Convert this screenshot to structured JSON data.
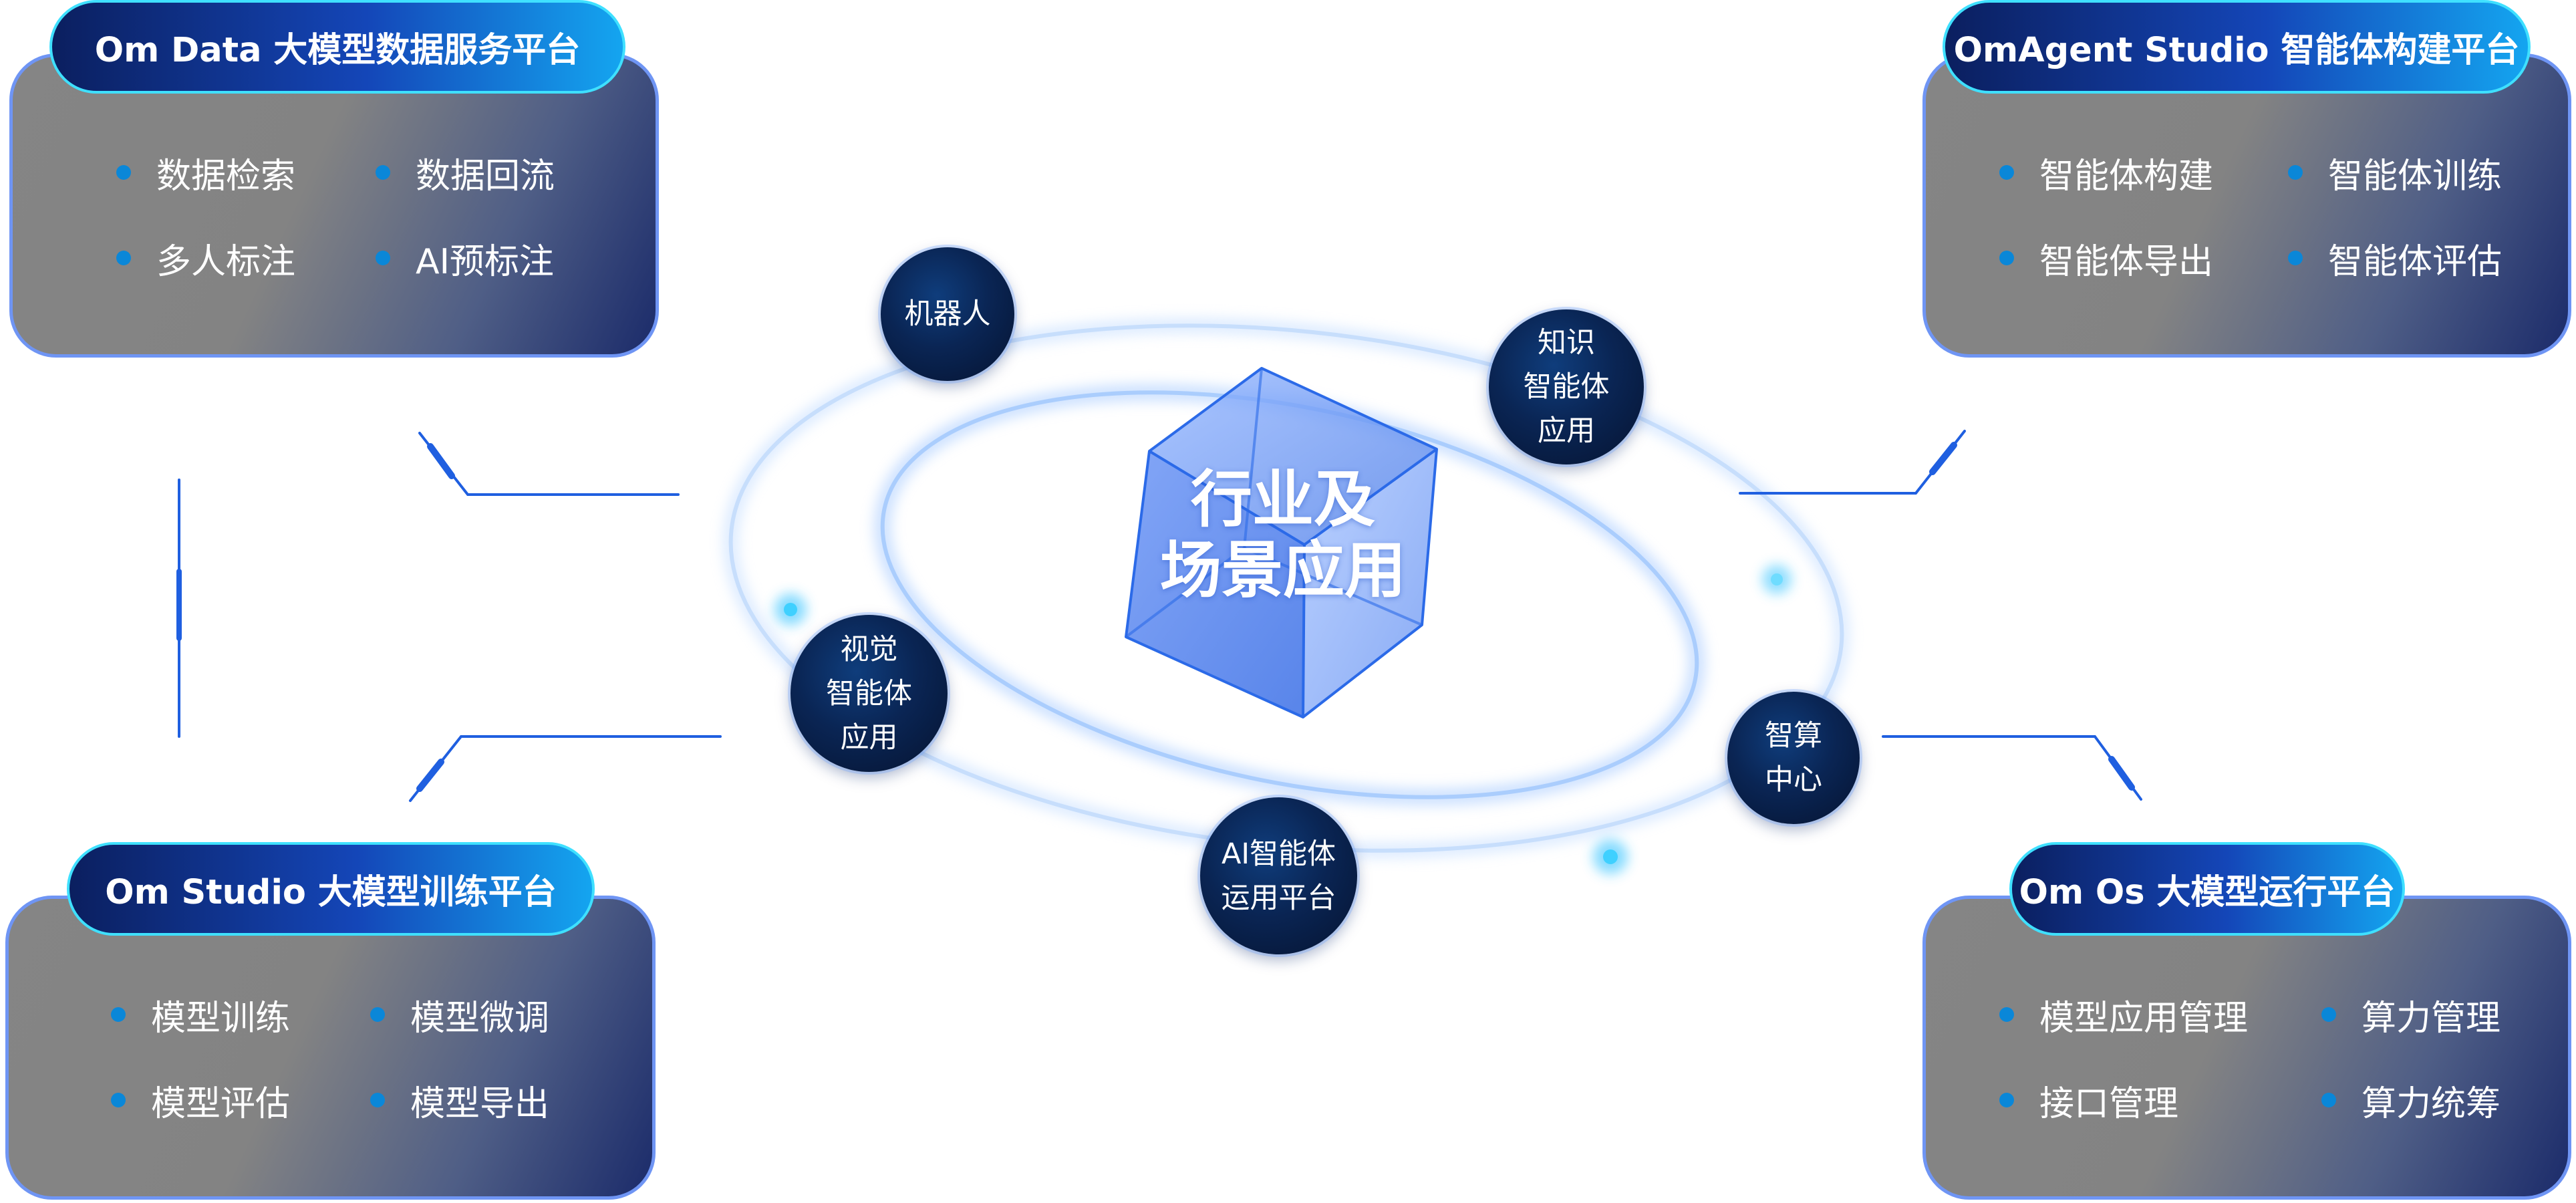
{
  "diagram": {
    "core_label": "行业及\n场景应用",
    "accent_color": "#1f5fe0",
    "node_color": "#0a2554",
    "platforms": [
      {
        "title": "Om Data 大模型数据服务平台",
        "items": [
          "数据检索",
          "数据回流",
          "多人标注",
          "AI预标注"
        ]
      },
      {
        "title": "OmAgent Studio 智能体构建平台",
        "items": [
          "智能体构建",
          "智能体训练",
          "智能体导出",
          "智能体评估"
        ]
      },
      {
        "title": "Om Studio 大模型训练平台",
        "items": [
          "模型训练",
          "模型微调",
          "模型评估",
          "模型导出"
        ]
      },
      {
        "title": "Om Os 大模型运行平台",
        "items": [
          "模型应用管理",
          "算力管理",
          "接口管理",
          "算力统筹"
        ]
      }
    ],
    "orbit_nodes": [
      {
        "label": "机器人"
      },
      {
        "label": "知识\n智能体\n应用"
      },
      {
        "label": "视觉\n智能体\n应用"
      },
      {
        "label": "智算\n中心"
      },
      {
        "label": "AI智能体\n运用平台"
      }
    ]
  }
}
